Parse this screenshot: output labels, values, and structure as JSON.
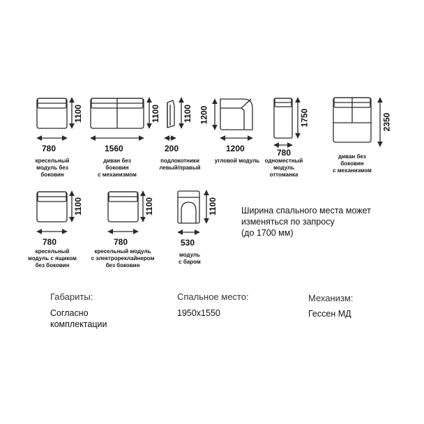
{
  "modules": [
    {
      "id": "m1",
      "width_label": "780",
      "height_label": "1100",
      "caption": [
        "кресельный",
        "модуль без",
        "боковин"
      ]
    },
    {
      "id": "m2",
      "width_label": "1560",
      "height_label": "1100",
      "caption": [
        "диван без",
        "боковин",
        "с механизмом"
      ]
    },
    {
      "id": "m3",
      "width_label": "200",
      "height_label": "1100",
      "caption": [
        "подлокотники",
        "левый/правый"
      ]
    },
    {
      "id": "m4",
      "width_label": "1200",
      "height_label": "1200",
      "caption": [
        "угловой модуль"
      ]
    },
    {
      "id": "m5",
      "width_label": "780",
      "height_label": "1750",
      "caption": [
        "одноместный",
        "модуль",
        "оттоманка"
      ]
    },
    {
      "id": "m6",
      "width_label": "",
      "height_label": "2350",
      "caption": [
        "диван без",
        "боковин",
        "с механизмом"
      ]
    },
    {
      "id": "m7",
      "width_label": "780",
      "height_label": "1100",
      "caption": [
        "кресельный",
        "модуль с ящиком",
        "без боковин"
      ]
    },
    {
      "id": "m8",
      "width_label": "780",
      "height_label": "1100",
      "caption": [
        "кресельный модуль",
        "с электрореклайнером",
        "без боковин"
      ]
    },
    {
      "id": "m9",
      "width_label": "530",
      "height_label": "1100",
      "caption": [
        "модуль",
        "с баром"
      ]
    }
  ],
  "note": [
    "Ширина спального места может",
    "изменяться по запросу",
    "(до 1700 мм)"
  ],
  "specs": {
    "dimensions_label": "Габариты:",
    "dimensions_value": [
      "Согласно",
      "комплектации"
    ],
    "sleeping_label": "Спальное место:",
    "sleeping_value": "1950х1550",
    "mechanism_label": "Механизм:",
    "mechanism_value": "Гессен МД"
  },
  "colors": {
    "line": "#2a2a2a",
    "text": "#111111"
  }
}
